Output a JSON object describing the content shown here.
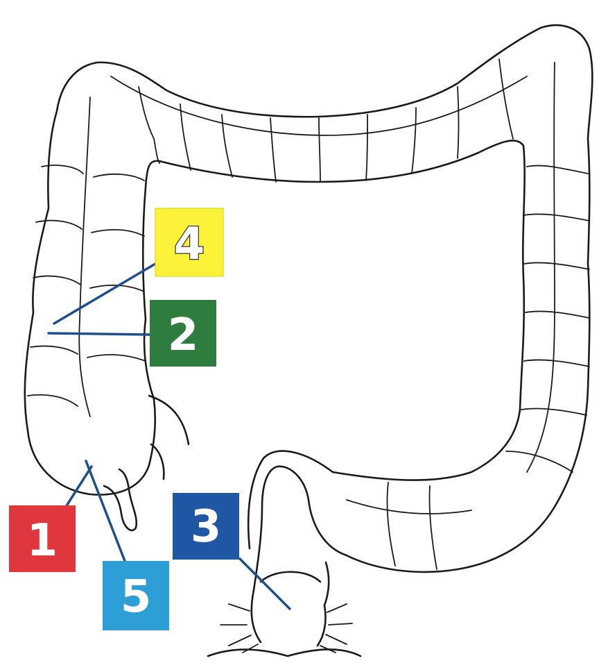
{
  "labels": [
    {
      "id": "1",
      "text": "1",
      "color": "#e0373f",
      "text_color": "#ffffff"
    },
    {
      "id": "2",
      "text": "2",
      "color": "#2e7d3e",
      "text_color": "#ffffff"
    },
    {
      "id": "3",
      "text": "3",
      "color": "#1f57a4",
      "text_color": "#ffffff"
    },
    {
      "id": "4",
      "text": "4",
      "color": "#fdf23a",
      "text_color": "#ffffff"
    },
    {
      "id": "5",
      "text": "5",
      "color": "#2e9fd6",
      "text_color": "#ffffff"
    }
  ],
  "leader_color": "#1f4e8c"
}
